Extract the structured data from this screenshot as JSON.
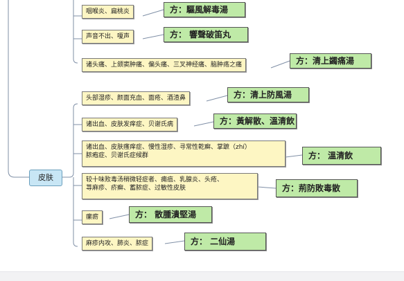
{
  "root": {
    "label": "皮肤"
  },
  "upper_branch": [
    {
      "symptom": "咽喉炎、扁桃炎",
      "formula": "方：驅風解毒湯"
    },
    {
      "symptom": "声音不出、嗄声",
      "formula": "方：  響聲破笛丸"
    },
    {
      "symptom": "诸头痛、上颌窦肿痛、偏头痛、三叉神经痛、脑肿疡之痛",
      "formula": "方：清上蠲痛湯"
    }
  ],
  "skin_branch": [
    {
      "symptom": "头部湿疹、颜面充血、面疮、酒渣鼻",
      "formula": "方：清上防風湯"
    },
    {
      "symptom": "诸出血、皮肤发痒症、贝谢氏病",
      "formula": "方：黃解散、溫清飲"
    },
    {
      "symptom_lines": [
        "诸出血、皮肤瘙痒症、慢性湿疹、寻常性乾癣、掌蹠（zhí）",
        "脓疱症、贝谢氏症候群"
      ],
      "formula": "方：  溫清飲"
    },
    {
      "symptom_lines": [
        "较十味败毒汤稍微轻症者、痈疽、乳腺炎、头疮、",
        "荨麻疹、疥癣、蓄脓症、过敏性皮肤"
      ],
      "formula": "方：荊防敗毒散"
    },
    {
      "symptom": "瘰疬",
      "formula": "方：  散腫潰堅湯"
    },
    {
      "symptom": "麻疹内攻、肺炎、脓症",
      "formula": "方：    二仙湯"
    }
  ],
  "colors": {
    "symptom_fill": "#fdf6c3",
    "formula_fill": "#bfeaa7",
    "root_fill": "#c8e6f5",
    "connector": "#7f8fa6"
  }
}
